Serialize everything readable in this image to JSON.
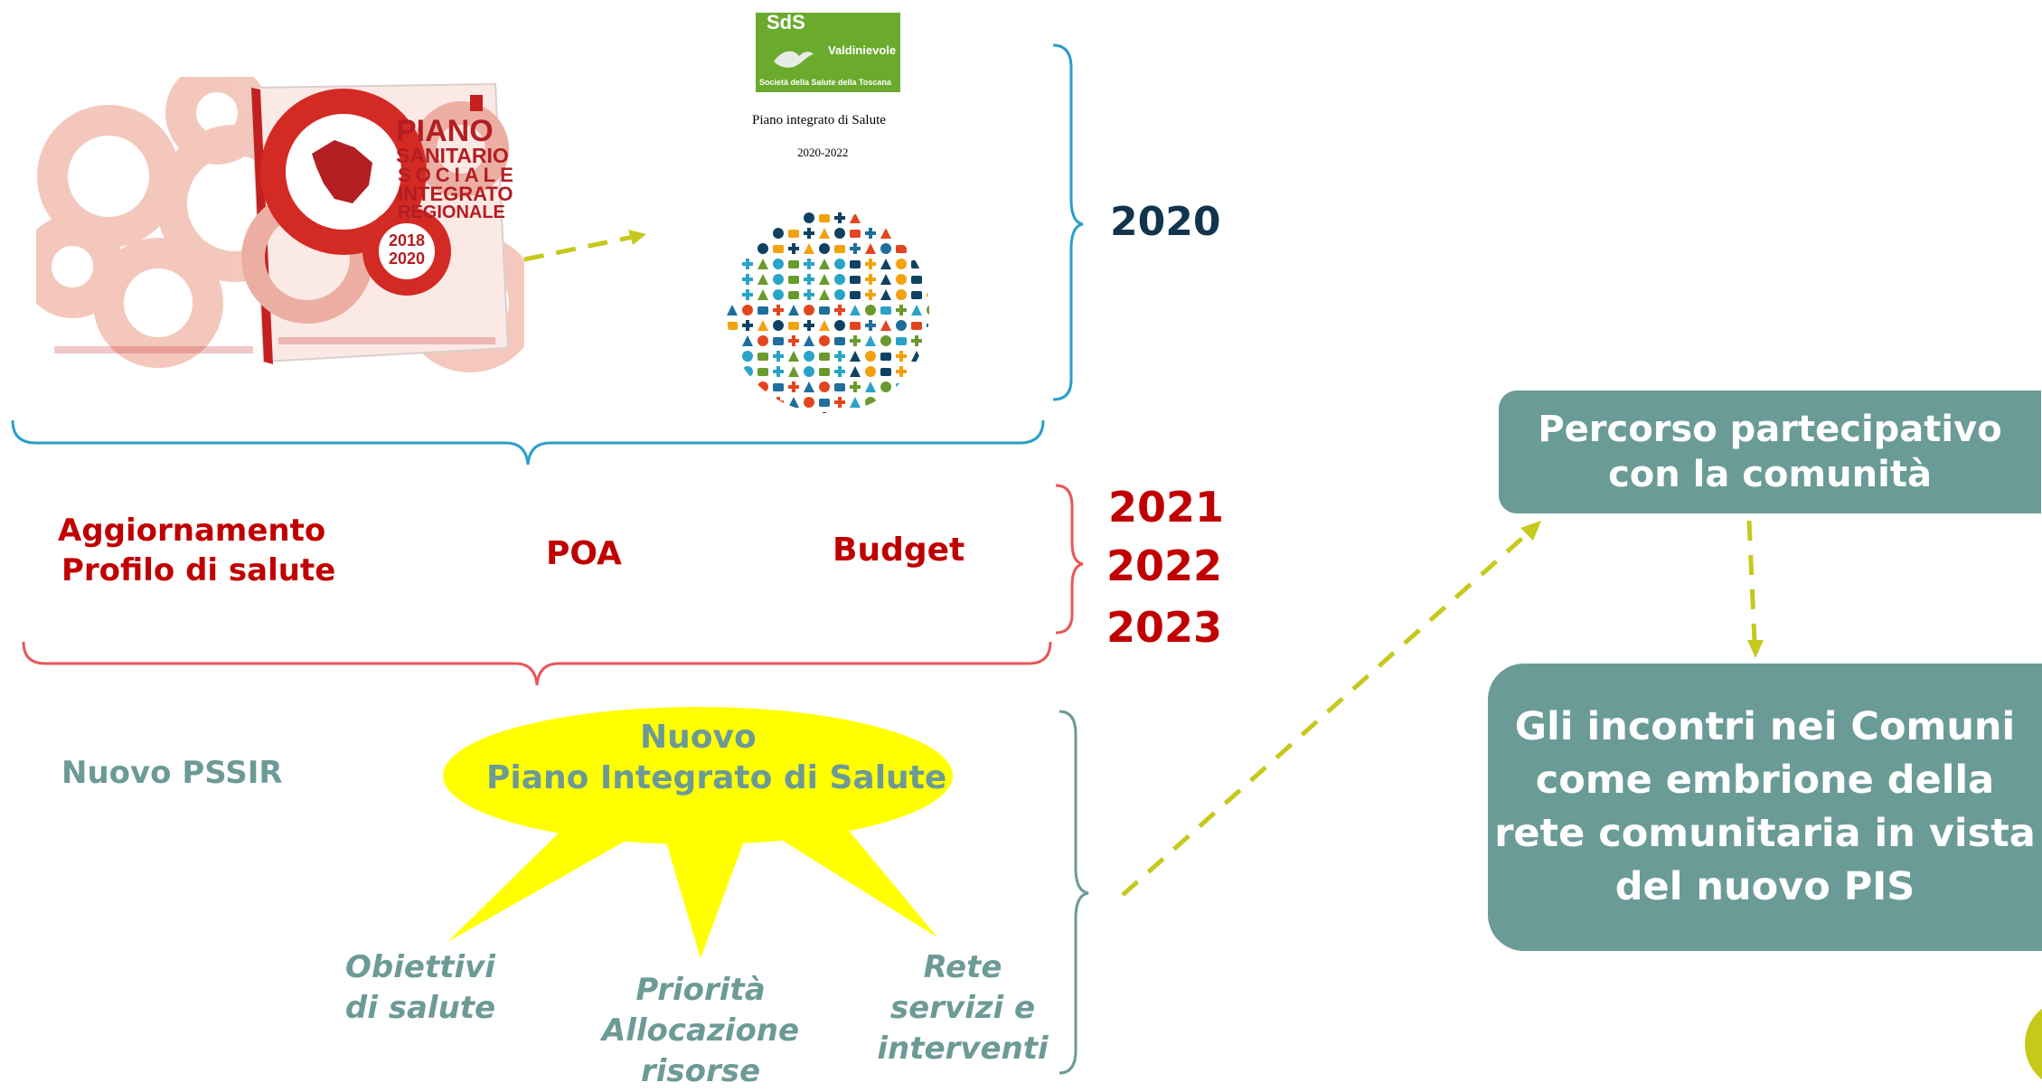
{
  "top": {
    "book": {
      "title_lines": [
        "PIANO",
        "SANITARIO",
        "SOCIALE",
        "INTEGRATO",
        "REGIONALE"
      ],
      "years": [
        "2018",
        "2020"
      ]
    },
    "sds": {
      "logo_short": "SdS",
      "logo_place": "Valdinievole",
      "logo_caption": "Società della Salute della Toscana",
      "doc_title": "Piano integrato di Salute",
      "doc_years": "2020-2022"
    },
    "year": "2020"
  },
  "middle": {
    "profile_line1": "Aggiornamento",
    "profile_line2": "Profilo di salute",
    "poa": "POA",
    "budget": "Budget",
    "years": [
      "2021",
      "2022",
      "2023"
    ]
  },
  "bottom": {
    "pssir": "Nuovo PSSIR",
    "bubble_line1": "Nuovo",
    "bubble_line2": "Piano Integrato di Salute",
    "rays": {
      "left": [
        "Obiettivi",
        "di salute"
      ],
      "center": [
        "Priorità",
        "Allocazione",
        "risorse"
      ],
      "right": [
        "Rete",
        "servizi e",
        "interventi"
      ]
    }
  },
  "right": {
    "box_top": [
      "Percorso partecipativo",
      "con la comunità"
    ],
    "box_bottom": [
      "Gli incontri nei Comuni",
      "come embrione della",
      "rete comunitaria in vista",
      "del nuovo PIS"
    ]
  },
  "colors": {
    "blue_brace": "#2a9fcb",
    "red_brace": "#e8565a",
    "teal_brace": "#6c9a97",
    "arrow": "#c6c91c",
    "box": "#6a9b97",
    "bubble": "#ffff00",
    "dark_red": "#c00000",
    "navy": "#12344d"
  }
}
